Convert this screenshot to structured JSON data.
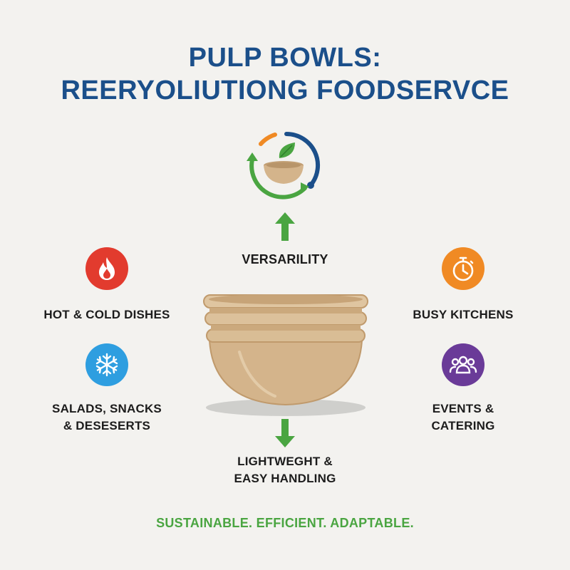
{
  "header": {
    "title_line1": "PULP BOWLS:",
    "title_line2": "REERYOLIUTIONG FOODSERVCE"
  },
  "center": {
    "top_label": "VERSARILITY",
    "bottom_label_line1": "LIGHTWEGHT &",
    "bottom_label_line2": "EASY HANDLING",
    "top_icon": "recycle-bowl-leaf-icon",
    "up_arrow": "arrow-up-icon",
    "down_arrow": "arrow-down-icon"
  },
  "left_features": [
    {
      "label": "HOT & COLD DISHES",
      "icon": "flame-icon",
      "color": "#e23b2e"
    },
    {
      "label_line1": "SALADS, SNACKS",
      "label_line2": "& DESESERTS",
      "icon": "snowflake-icon",
      "color": "#2e9ee0"
    }
  ],
  "right_features": [
    {
      "label": "BUSY KITCHENS",
      "icon": "stopwatch-icon",
      "color": "#f08a24"
    },
    {
      "label_line1": "EVENTS &",
      "label_line2": "CATERING",
      "icon": "people-icon",
      "color": "#6a3b98"
    }
  ],
  "footer": {
    "tagline": "SUSTAINABLE. EFFICIENT. ADAPTABLE."
  },
  "colors": {
    "title": "#1b4f8a",
    "arrow": "#4aa541",
    "tagline": "#4aa541",
    "bowl": "#d4b48b",
    "background": "#f3f2ef"
  }
}
